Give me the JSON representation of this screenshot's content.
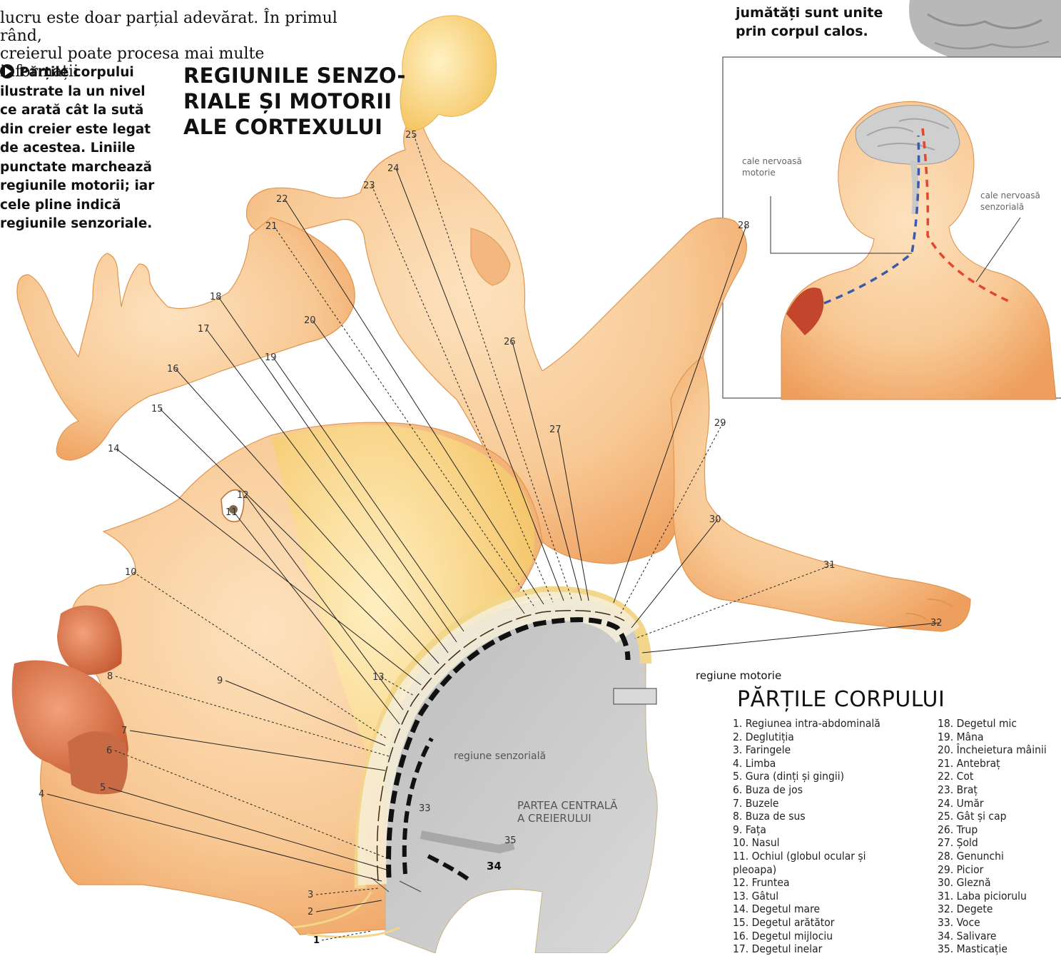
{
  "top_text": {
    "col1": [
      "lucru este doar parțial adevărat. În primul rând,",
      "creierul poate procesa mai multe informații"
    ],
    "col3": [
      "jumătăți sunt unite",
      "prin corpul calos."
    ]
  },
  "left_caption": [
    "Părțile corpului",
    "ilustrate la un nivel",
    "ce arată cât la sută",
    "din creier este legat",
    "de acestea. Liniile",
    "punctate marchează",
    "regiunile motorii; iar",
    "cele pline indică",
    "regiunile senzoriale."
  ],
  "main_title": [
    "REGIUNILE SENZO-",
    "RIALE ȘI MOTORII",
    "ALE CORTEXULUI"
  ],
  "inset": {
    "motor_label": [
      "cale nervoasă",
      "motorie"
    ],
    "sensory_label": [
      "cale nervoasă",
      "senzorială"
    ]
  },
  "diagram_labels": {
    "motor_region": "regiune motorie",
    "sensory_region": "regiune senzorială",
    "central": [
      "PARTEA CENTRALĂ",
      "A CREIERULUI"
    ]
  },
  "numbers": [
    "1",
    "2",
    "3",
    "4",
    "5",
    "6",
    "7",
    "8",
    "9",
    "10",
    "11",
    "12",
    "13",
    "14",
    "15",
    "16",
    "17",
    "18",
    "19",
    "20",
    "21",
    "22",
    "23",
    "24",
    "25",
    "26",
    "27",
    "28",
    "29",
    "30",
    "31",
    "32",
    "33",
    "34",
    "35"
  ],
  "legend": {
    "title": "PĂRȚILE CORPULUI",
    "col1": [
      "1. Regiunea intra-abdominală",
      "2. Deglutiția",
      "3. Faringele",
      "4. Limba",
      "5. Gura (dinți și gingii)",
      "6. Buza de jos",
      "7. Buzele",
      "8. Buza de sus",
      "9. Fața",
      "10. Nasul",
      "11. Ochiul (globul ocular și",
      "pleoapa)",
      "12. Fruntea",
      "13. Gâtul",
      "14. Degetul mare",
      "15. Degetul arătător",
      "16. Degetul mijlociu",
      "17. Degetul inelar"
    ],
    "col2": [
      "18. Degetul mic",
      "19. Mâna",
      "20. Încheietura mâinii",
      "21. Antebraț",
      "22. Cot",
      "23. Braț",
      "24. Umăr",
      "25. Gât și cap",
      "26. Trup",
      "27. Șold",
      "28. Genunchi",
      "29. Picior",
      "30. Gleznă",
      "31. Laba piciorulu",
      "32. Degete",
      "33. Voce",
      "34. Salivare",
      "35. Masticație"
    ]
  },
  "colors": {
    "skin": "#f8c995",
    "skin_shadow": "#efa866",
    "lips": "#d9774a",
    "hair": "#f9d27a",
    "brain": "#cfcfcf",
    "sensory_pathway": "#e2472f",
    "motor_pathway": "#3c5aa8"
  }
}
